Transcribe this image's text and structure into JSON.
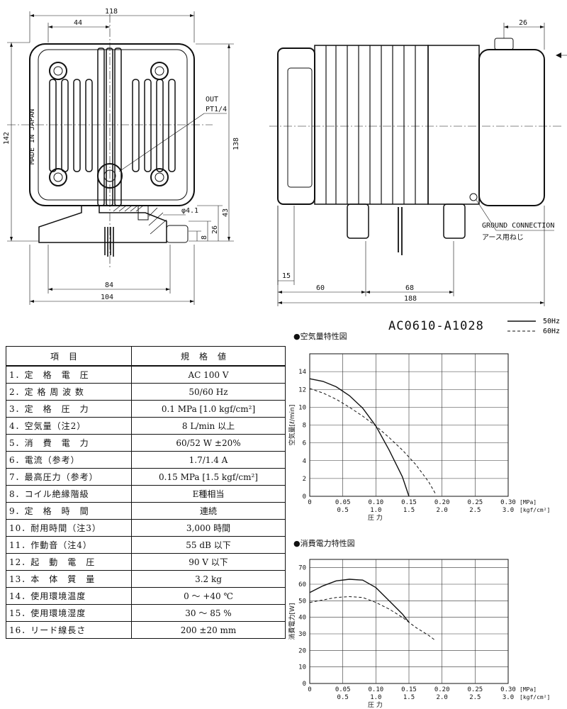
{
  "drawing": {
    "dims": {
      "d118": "118",
      "d44": "44",
      "d142": "142",
      "d138": "138",
      "d43": "43",
      "d26a": "26",
      "d8": "8",
      "d84": "84",
      "d104": "104",
      "d26b": "26",
      "d15": "15",
      "d60": "60",
      "d68": "68",
      "d188": "188",
      "phi41": "φ4.1"
    },
    "out_label": "OUT",
    "out_thread": "PT1/4",
    "made_in": "MADE IN JAPAN",
    "ground_en": "GROUND CONNECTION",
    "ground_jp": "アース用ねじ"
  },
  "table": {
    "headers": [
      "項目",
      "規格値"
    ],
    "rows": [
      {
        "item": "1．定　格　電　圧",
        "value": "AC 100 V"
      },
      {
        "item": "2．定 格 周 波 数",
        "value": "50/60 Hz"
      },
      {
        "item": "3．定　格　圧　力",
        "value": "0.1 MPa [1.0 kgf/cm²]"
      },
      {
        "item": "4．空気量（注2）",
        "value": "8 L/min 以上"
      },
      {
        "item": "5．消　費　電　力",
        "value": "60/52 W ±20%"
      },
      {
        "item": "6．電流（参考）",
        "value": "1.7/1.4 A"
      },
      {
        "item": "7．最高圧力（参考）",
        "value": "0.15 MPa [1.5 kgf/cm²]"
      },
      {
        "item": "8．コイル絶縁階級",
        "value": "E種相当"
      },
      {
        "item": "9．定　格　時　間",
        "value": "連続"
      },
      {
        "item": "10．耐用時間（注3）",
        "value": "3,000 時間"
      },
      {
        "item": "11．作動音（注4）",
        "value": "55 dB 以下"
      },
      {
        "item": "12．起　動　電　圧",
        "value": "90 V 以下"
      },
      {
        "item": "13．本　体　質　量",
        "value": "3.2 kg"
      },
      {
        "item": "14．使用環境温度",
        "value": "0 〜 +40 ℃"
      },
      {
        "item": "15．使用環境湿度",
        "value": "30 〜 85 %"
      },
      {
        "item": "16．リード線長さ",
        "value": "200 ±20 mm"
      }
    ]
  },
  "model": "AC0610-A1028",
  "legend": {
    "solid": "50Hz",
    "dashed": "60Hz"
  },
  "chart_data": [
    {
      "type": "line",
      "title": "●空気量特性図",
      "xlabel": "圧 力",
      "ylabel": "空気量[ℓ/min]",
      "x_ticks_mpa": [
        "0",
        "0.05",
        "0.10",
        "0.15",
        "0.20",
        "0.25",
        "0.30"
      ],
      "x_ticks_kgf": [
        "0.5",
        "1.0",
        "1.5",
        "2.0",
        "2.5",
        "3.0"
      ],
      "x_unit_mpa": "[MPa]",
      "x_unit_kgf": "[kgf/cm²]",
      "y_ticks": [
        "0",
        "2",
        "4",
        "6",
        "8",
        "10",
        "12",
        "14"
      ],
      "xlim": [
        0,
        0.3
      ],
      "ylim": [
        0,
        16
      ],
      "series": [
        {
          "name": "50Hz",
          "style": "solid",
          "x": [
            0,
            0.02,
            0.04,
            0.06,
            0.08,
            0.1,
            0.12,
            0.14,
            0.15
          ],
          "y": [
            13.2,
            12.9,
            12.3,
            11.3,
            9.9,
            7.9,
            5.2,
            2.2,
            0
          ]
        },
        {
          "name": "60Hz",
          "style": "dashed",
          "x": [
            0,
            0.02,
            0.04,
            0.06,
            0.08,
            0.1,
            0.12,
            0.14,
            0.16,
            0.18,
            0.19
          ],
          "y": [
            12.1,
            11.6,
            10.9,
            10.0,
            9.0,
            7.9,
            6.6,
            5.2,
            3.6,
            1.6,
            0.3
          ]
        }
      ]
    },
    {
      "type": "line",
      "title": "●消費電力特性図",
      "xlabel": "圧 力",
      "ylabel": "消費電力[W]",
      "x_ticks_mpa": [
        "0",
        "0.05",
        "0.10",
        "0.15",
        "0.20",
        "0.25",
        "0.30"
      ],
      "x_ticks_kgf": [
        "0.5",
        "1.0",
        "1.5",
        "2.0",
        "2.5",
        "3.0"
      ],
      "x_unit_mpa": "[MPa]",
      "x_unit_kgf": "[kgf/cm²]",
      "y_ticks": [
        "0",
        "10",
        "20",
        "30",
        "40",
        "50",
        "60",
        "70"
      ],
      "xlim": [
        0,
        0.3
      ],
      "ylim": [
        0,
        75
      ],
      "series": [
        {
          "name": "50Hz",
          "style": "solid",
          "x": [
            0,
            0.02,
            0.04,
            0.06,
            0.08,
            0.1,
            0.12,
            0.14,
            0.15
          ],
          "y": [
            55,
            59,
            62,
            63,
            62.5,
            58,
            50,
            42,
            37
          ]
        },
        {
          "name": "60Hz",
          "style": "dashed",
          "x": [
            0,
            0.02,
            0.04,
            0.06,
            0.08,
            0.1,
            0.12,
            0.14,
            0.16,
            0.18,
            0.19
          ],
          "y": [
            49,
            50.5,
            52,
            52.5,
            52,
            49,
            45,
            40,
            34,
            29,
            26
          ]
        }
      ]
    }
  ]
}
